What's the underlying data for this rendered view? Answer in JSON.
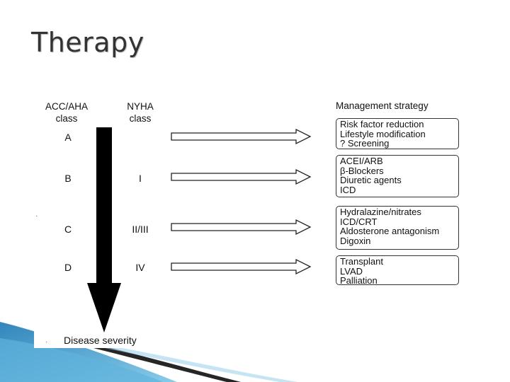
{
  "title": "Therapy",
  "headers": {
    "acc_aha": [
      "ACC/AHA",
      "class"
    ],
    "nyha": [
      "NYHA",
      "class"
    ],
    "management": "Management strategy"
  },
  "rows": [
    {
      "acc": "A",
      "nyha": "",
      "strategies": [
        "Risk factor reduction",
        "Lifestyle modification",
        "? Screening"
      ]
    },
    {
      "acc": "B",
      "nyha": "I",
      "strategies": [
        "ACEI/ARB",
        "β-Blockers",
        "Diuretic agents",
        "ICD"
      ]
    },
    {
      "acc": "C",
      "nyha": "II/III",
      "strategies": [
        "Hydralazine/nitrates",
        "ICD/CRT",
        "Aldosterone antagonism",
        "Digoxin"
      ]
    },
    {
      "acc": "D",
      "nyha": "IV",
      "strategies": [
        "Transplant",
        "LVAD",
        "Palliation"
      ]
    }
  ],
  "severity_label": "Disease severity",
  "colors": {
    "arrow": "#000000",
    "accent_blue": "#2a8fc0"
  }
}
